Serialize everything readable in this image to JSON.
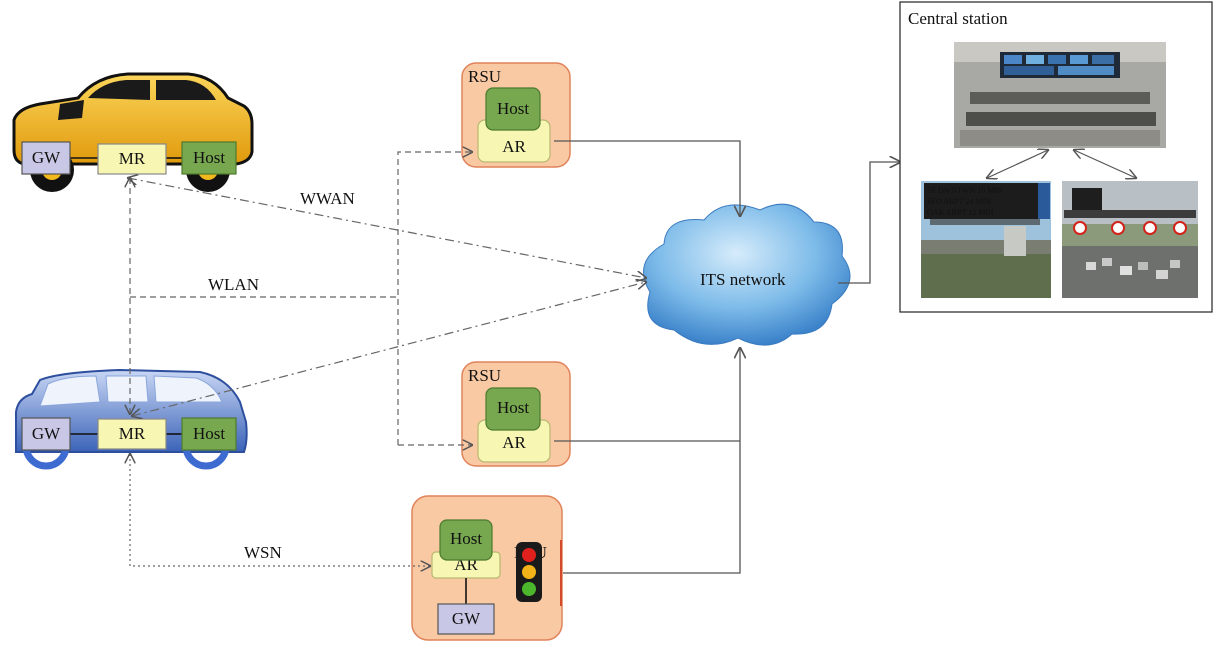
{
  "labels": {
    "wwan": "WWAN",
    "wlan": "WLAN",
    "wsn": "WSN",
    "its_network": "ITS network",
    "central_station": "Central station"
  },
  "vehicle_car": {
    "gw": "GW",
    "mr": "MR",
    "host": "Host"
  },
  "vehicle_suv": {
    "gw": "GW",
    "mr": "MR",
    "host": "Host"
  },
  "rsu_top": {
    "title": "RSU",
    "host": "Host",
    "ar": "AR"
  },
  "rsu_middle": {
    "title": "RSU",
    "host": "Host",
    "ar": "AR"
  },
  "rsu_bottom": {
    "title": "RSU",
    "host": "Host",
    "ar": "AR",
    "gw": "GW"
  },
  "sign_text": {
    "line1": "SF DWNTWN 10 MIN",
    "line2": "SFO ARPT  24 MIN",
    "line3": "OAK ARPT  12 MIN"
  },
  "colors": {
    "rsu_fill": "#f9c9a4",
    "rsu_border": "#e0825a",
    "host_fill": "#77a84f",
    "ar_fill": "#f7f7b3",
    "gw_fill": "#c9c7e6",
    "car_body": "#f3b81c",
    "suv_body": "#5a84d4",
    "cloud": "#6fb3e8"
  }
}
